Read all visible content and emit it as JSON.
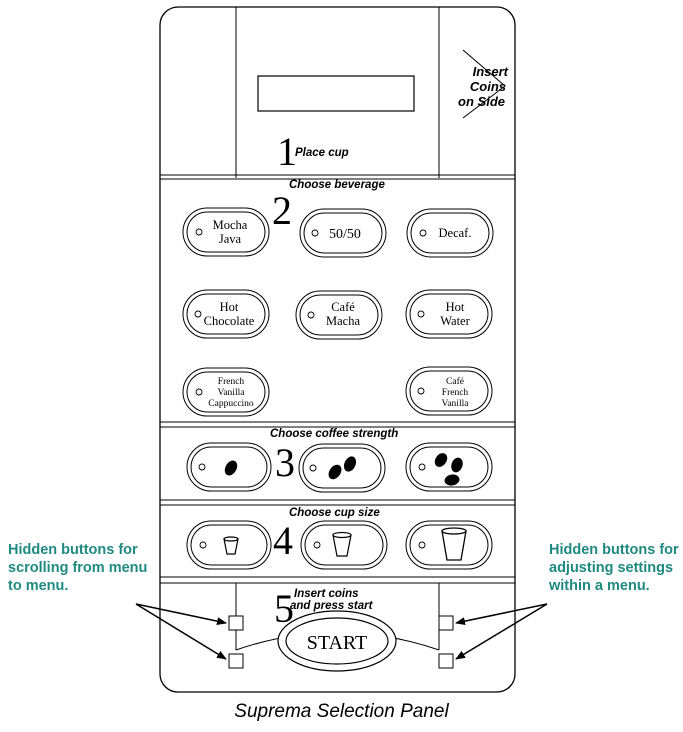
{
  "display": {
    "coin_label": [
      "Insert",
      "Coins",
      "on Side"
    ]
  },
  "steps": [
    {
      "number": "1",
      "label": "Place cup"
    },
    {
      "number": "2",
      "label": "Choose beverage"
    },
    {
      "number": "3",
      "label": "Choose coffee strength"
    },
    {
      "number": "4",
      "label": "Choose cup size"
    },
    {
      "number": "5",
      "label": [
        "Insert coins",
        "and press start"
      ]
    }
  ],
  "beverages": {
    "mocha_java": [
      "Mocha",
      "Java"
    ],
    "fifty_fifty": [
      "50/50"
    ],
    "decaf": [
      "Decaf."
    ],
    "hot_chocolate": [
      "Hot",
      "Chocolate"
    ],
    "cafe_macha": [
      "Café",
      "Macha"
    ],
    "hot_water": [
      "Hot",
      "Water"
    ],
    "french_vanilla_cappuccino": [
      "French",
      "Vanilla",
      "Cappuccino"
    ],
    "cafe_french_vanilla": [
      "Café",
      "French",
      "Vanilla"
    ]
  },
  "strengths": {
    "icons": [
      "coffee-bean-icon",
      "two-coffee-beans-icon",
      "three-coffee-beans-icon"
    ]
  },
  "sizes": {
    "icons": [
      "small-cup-icon",
      "medium-cup-icon",
      "large-cup-icon"
    ]
  },
  "start_button": "START",
  "notes": {
    "left": [
      "Hidden buttons for",
      "scrolling from menu",
      "to menu."
    ],
    "right": [
      "Hidden buttons for",
      "adjusting settings",
      "within a menu."
    ]
  },
  "colors": {
    "note_text": "#1f8a80",
    "outline": "#000000"
  },
  "caption": "Suprema Selection Panel"
}
